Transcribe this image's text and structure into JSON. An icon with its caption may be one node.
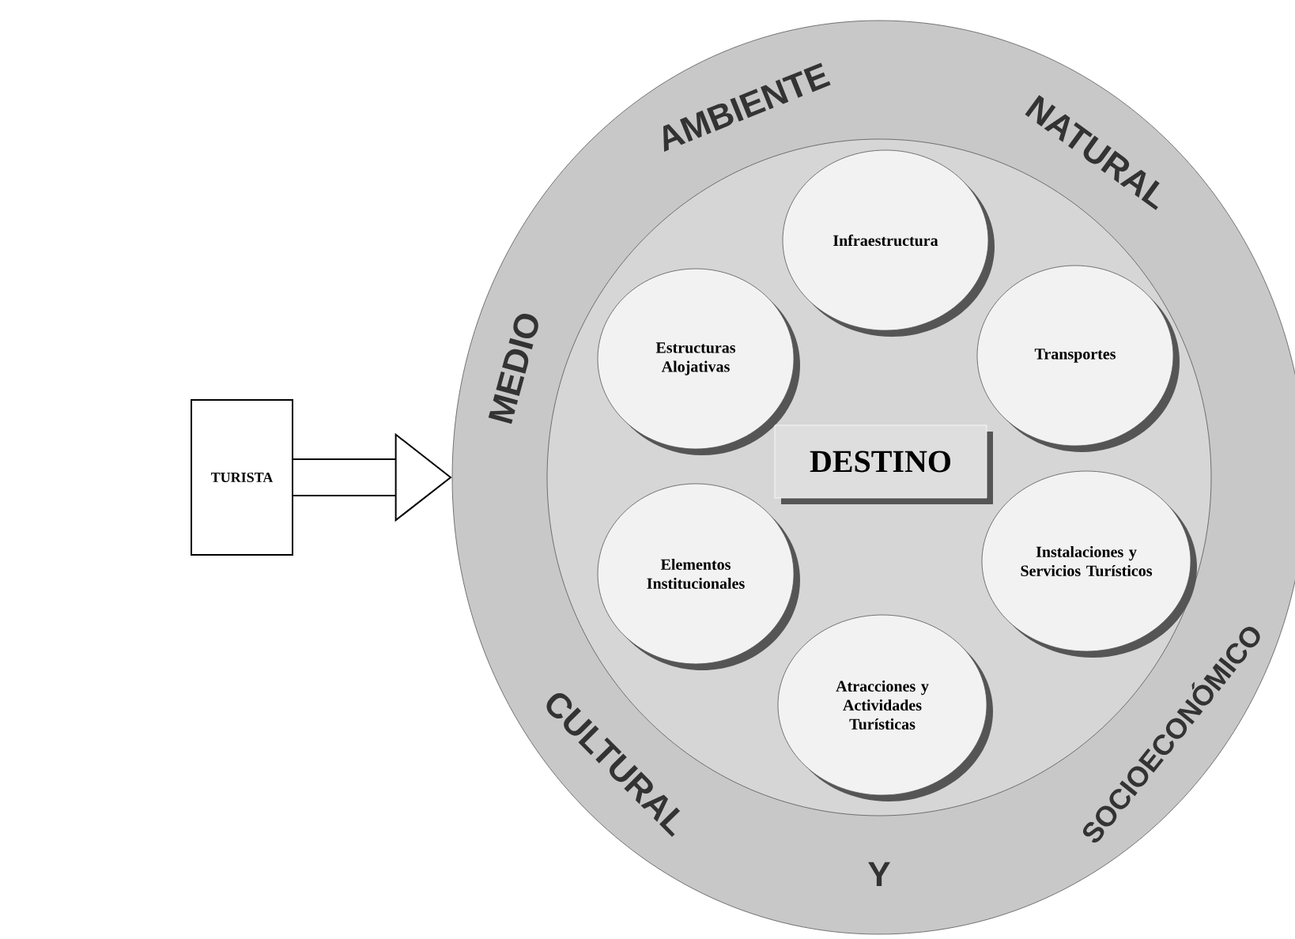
{
  "diagram": {
    "nodes": [
      {
        "text": [
          "TURISTA"
        ]
      },
      {
        "text": [
          "MEDIO",
          "AMBIENTE",
          "NATURAL",
          "CULTURAL",
          "Y",
          "SOCIOECONÓMICO"
        ]
      },
      {
        "text": [],
        "shape": "circle",
        "in": 1
      },
      {
        "text": [
          "Infraestructura"
        ],
        "in": 2
      },
      {
        "text": [
          "Estructuras Alojativas"
        ],
        "in": 2
      },
      {
        "text": [
          "Transportes"
        ],
        "in": 2
      },
      {
        "text": [
          "DESTINO"
        ],
        "in": 2
      },
      {
        "text": [
          "Elementos Institucionales"
        ],
        "in": 2
      },
      {
        "text": [
          "Instalaciones y Servicios Turísticos"
        ],
        "in": 2
      },
      {
        "text": [
          "Atracciones y Actividades Turísticas"
        ],
        "in": 2
      }
    ],
    "edges": [
      {
        "from": 0,
        "to": 1,
        "arrow": "to"
      }
    ]
  }
}
